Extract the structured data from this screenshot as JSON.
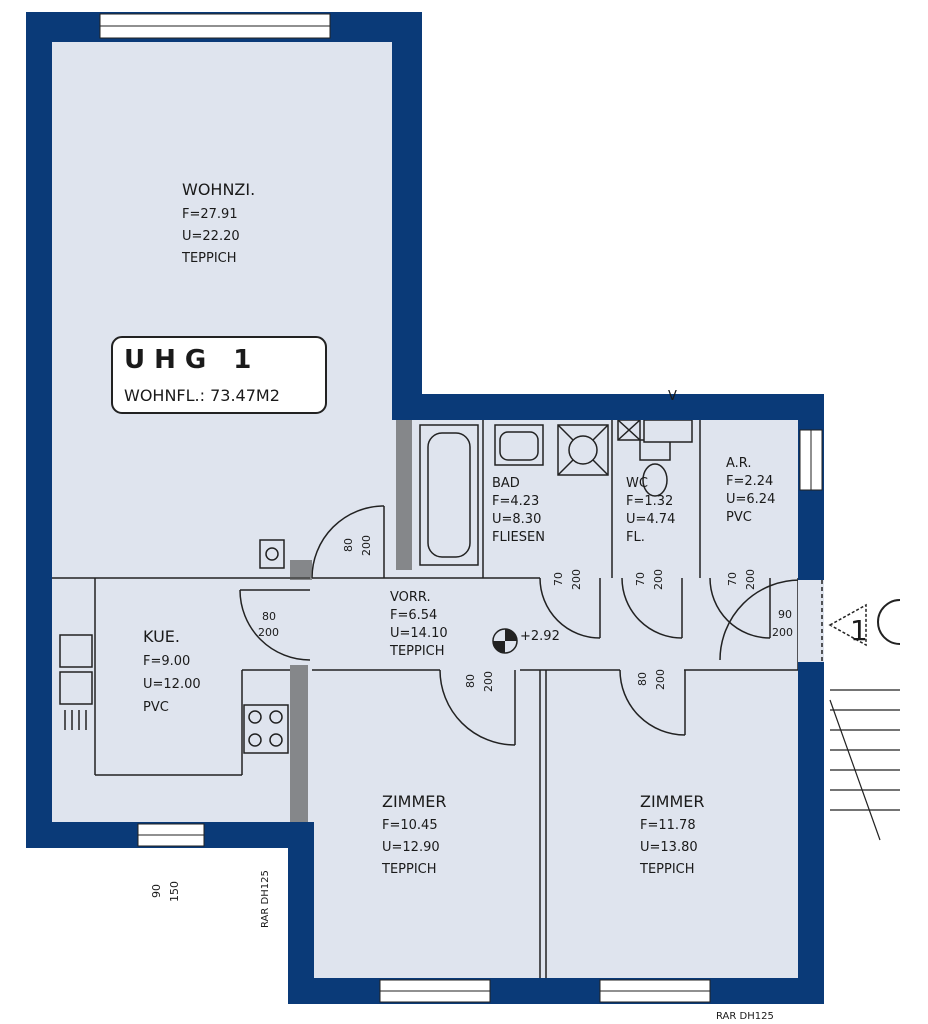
{
  "colors": {
    "wall": "#0a3a78",
    "floor": "#dfe4ee",
    "line": "#222222",
    "background": "#ffffff"
  },
  "unit": {
    "code": "UHG 1",
    "area": "WOHNFL.: 73.47M2"
  },
  "rooms": {
    "wohnzi": {
      "name": "WOHNZI.",
      "area": "F=27.91",
      "perimeter": "U=22.20",
      "floor": "TEPPICH"
    },
    "bad": {
      "name": "BAD",
      "area": "F=4.23",
      "perimeter": "U=8.30",
      "floor": "FLIESEN"
    },
    "wc": {
      "name": "WC",
      "area": "F=1.32",
      "perimeter": "U=4.74",
      "floor": "FL."
    },
    "ar": {
      "name": "A.R.",
      "area": "F=2.24",
      "perimeter": "U=6.24",
      "floor": "PVC"
    },
    "kue": {
      "name": "KUE.",
      "area": "F=9.00",
      "perimeter": "U=12.00",
      "floor": "PVC"
    },
    "vorr": {
      "name": "VORR.",
      "area": "F=6.54",
      "perimeter": "U=14.10",
      "floor": "TEPPICH"
    },
    "zimmer1": {
      "name": "ZIMMER",
      "area": "F=10.45",
      "perimeter": "U=12.90",
      "floor": "TEPPICH"
    },
    "zimmer2": {
      "name": "ZIMMER",
      "area": "F=11.78",
      "perimeter": "U=13.80",
      "floor": "TEPPICH"
    }
  },
  "doors": {
    "kue_w": "80",
    "kue_h": "200",
    "wohn_w": "80",
    "wohn_h": "200",
    "bad_w": "70",
    "bad_h": "200",
    "wc_w": "70",
    "wc_h": "200",
    "ar_w": "70",
    "ar_h": "200",
    "entry_w": "90",
    "entry_h": "200",
    "z1_w": "80",
    "z1_h": "200",
    "z2_w": "80",
    "z2_h": "200"
  },
  "level": "+2.92",
  "window_w": "90",
  "window_h": "150",
  "window_tag": "RAR DH125",
  "section_mark": "1",
  "stair_mark": "V"
}
